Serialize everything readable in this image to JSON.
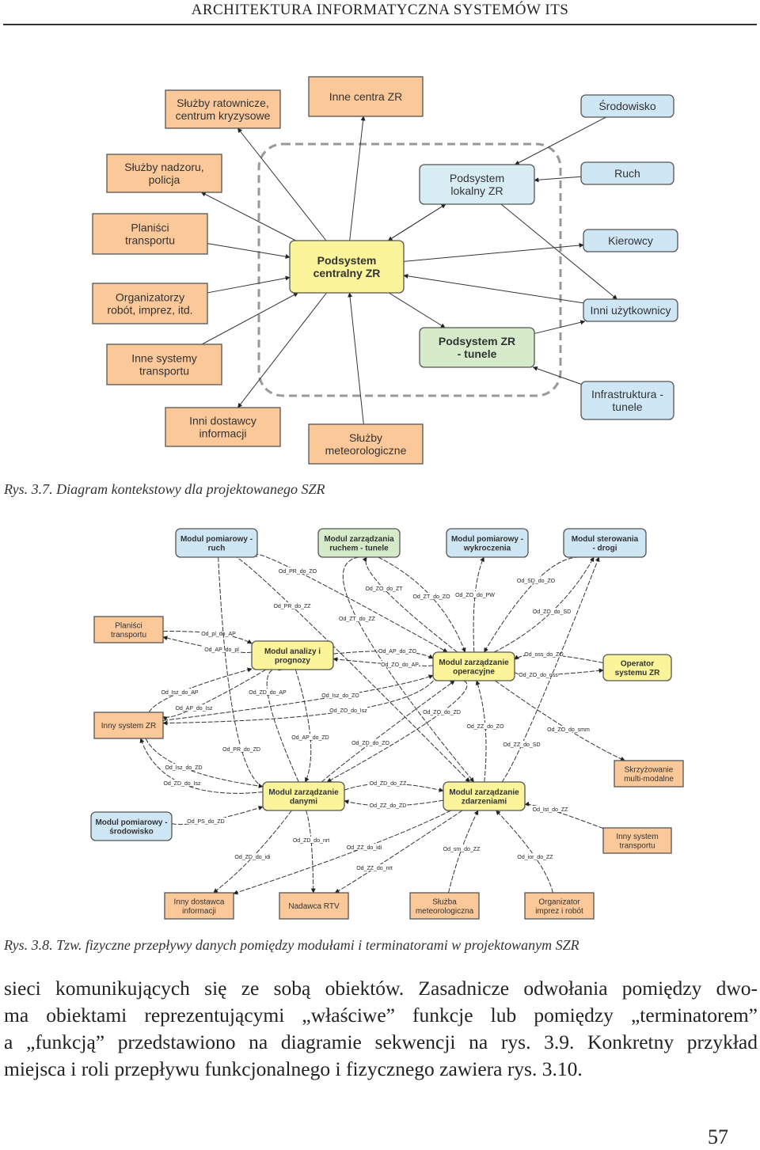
{
  "header": "ARCHITEKTURA INFORMATYCZNA SYSTEMÓW ITS",
  "colors": {
    "orange": "#fbc89a",
    "blue": "#cfe6f5",
    "yellow": "#fbf49a",
    "green": "#d6ebc9",
    "lightblue": "#d8ecf4"
  },
  "figure1": {
    "caption": "Rys. 3.7. Diagram kontekstowy dla projektowanego SZR",
    "nodes": [
      {
        "id": "sr",
        "lines": [
          "Służby ratownicze,",
          "centrum kryzysowe"
        ],
        "color": "orange"
      },
      {
        "id": "icz",
        "lines": [
          "Inne centra ZR"
        ],
        "color": "orange"
      },
      {
        "id": "sro",
        "lines": [
          "Środowisko"
        ],
        "color": "blue"
      },
      {
        "id": "snp",
        "lines": [
          "Służby nadzoru,",
          "policja"
        ],
        "color": "orange"
      },
      {
        "id": "pl",
        "lines": [
          "Podsystem",
          "lokalny ZR"
        ],
        "color": "lightblue"
      },
      {
        "id": "ruch",
        "lines": [
          "Ruch"
        ],
        "color": "blue"
      },
      {
        "id": "pt",
        "lines": [
          "Planiści",
          "transportu"
        ],
        "color": "orange"
      },
      {
        "id": "pc",
        "lines": [
          "Podsystem",
          "centralny ZR"
        ],
        "color": "yellow"
      },
      {
        "id": "kier",
        "lines": [
          "Kierowcy"
        ],
        "color": "blue"
      },
      {
        "id": "org",
        "lines": [
          "Organizatorzy",
          "robót, imprez, itd."
        ],
        "color": "orange"
      },
      {
        "id": "iu",
        "lines": [
          "Inni użytkownicy"
        ],
        "color": "blue"
      },
      {
        "id": "pzt",
        "lines": [
          "Podsystem ZR",
          "- tunele"
        ],
        "color": "green"
      },
      {
        "id": "ist",
        "lines": [
          "Inne systemy",
          "transportu"
        ],
        "color": "orange"
      },
      {
        "id": "inf",
        "lines": [
          "Infrastruktura -",
          "tunele"
        ],
        "color": "blue"
      },
      {
        "id": "idi",
        "lines": [
          "Inni dostawcy",
          "informacji"
        ],
        "color": "orange"
      },
      {
        "id": "smet",
        "lines": [
          "Służby",
          "meteorologiczne"
        ],
        "color": "orange"
      }
    ],
    "edges": [
      [
        "pc",
        "sr"
      ],
      [
        "pc",
        "icz"
      ],
      [
        "pc",
        "snp"
      ],
      [
        "pt",
        "pc"
      ],
      [
        "org",
        "pc"
      ],
      [
        "ist",
        "pc"
      ],
      [
        "pc",
        "idi"
      ],
      [
        "smet",
        "pc"
      ],
      [
        "pl",
        "pc"
      ],
      [
        "pc",
        "pl"
      ],
      [
        "sro",
        "pl"
      ],
      [
        "ruch",
        "pl"
      ],
      [
        "pc",
        "kier"
      ],
      [
        "iu",
        "pc"
      ],
      [
        "pc",
        "pzt"
      ],
      [
        "pzt",
        "iu"
      ],
      [
        "inf",
        "pzt"
      ],
      [
        "pl",
        "iu"
      ]
    ]
  },
  "figure2": {
    "caption": "Rys. 3.8. Tzw. fizyczne przepływy danych pomiędzy modułami i terminatorami w projektowanym SZR",
    "nodes": [
      {
        "id": "PR",
        "lines": [
          "Modul pomiarowy -",
          "ruch"
        ],
        "color": "blue"
      },
      {
        "id": "ZT",
        "lines": [
          "Modul zarządzania",
          "ruchem - tunele"
        ],
        "color": "green"
      },
      {
        "id": "PW",
        "lines": [
          "Modul pomiarowy -",
          "wykroczenia"
        ],
        "color": "blue"
      },
      {
        "id": "SD",
        "lines": [
          "Modul sterowania",
          "- drogi"
        ],
        "color": "blue"
      },
      {
        "id": "pl",
        "lines": [
          "Planiści",
          "transportu"
        ],
        "color": "orange"
      },
      {
        "id": "AP",
        "lines": [
          "Modul analizy i",
          "prognozy"
        ],
        "color": "yellow"
      },
      {
        "id": "ZO",
        "lines": [
          "Modul zarządzanie",
          "operacyjne"
        ],
        "color": "yellow"
      },
      {
        "id": "oss",
        "lines": [
          "Operator",
          "systemu ZR"
        ],
        "color": "yellow"
      },
      {
        "id": "Isz",
        "lines": [
          "Inny system ZR"
        ],
        "color": "orange"
      },
      {
        "id": "smm",
        "lines": [
          "Skrzyżowanie",
          "multi-modalne"
        ],
        "color": "orange"
      },
      {
        "id": "ZD",
        "lines": [
          "Modul zarządzanie",
          "danymi"
        ],
        "color": "yellow"
      },
      {
        "id": "ZZ",
        "lines": [
          "Modul zarządzanie",
          "zdarzeniami"
        ],
        "color": "yellow"
      },
      {
        "id": "PS",
        "lines": [
          "Modul pomiarowy -",
          "środowisko"
        ],
        "color": "blue"
      },
      {
        "id": "Ist",
        "lines": [
          "Inny system",
          "transportu"
        ],
        "color": "orange"
      },
      {
        "id": "idi",
        "lines": [
          "Inny dostawca",
          "informacji"
        ],
        "color": "orange"
      },
      {
        "id": "nrt",
        "lines": [
          "Nadawca RTV"
        ],
        "color": "orange"
      },
      {
        "id": "sm",
        "lines": [
          "Służba",
          "meteorologiczna"
        ],
        "color": "orange"
      },
      {
        "id": "ior",
        "lines": [
          "Organizator",
          "imprez i robót"
        ],
        "color": "orange"
      }
    ],
    "edges": [
      {
        "from": "PR",
        "to": "ZO",
        "label": "Od_PR_do_ZO"
      },
      {
        "from": "PR",
        "to": "ZZ",
        "label": "Od_PR_do_ZZ"
      },
      {
        "from": "pl",
        "to": "AP",
        "label": "Od_pl_do_AP"
      },
      {
        "from": "AP",
        "to": "pl",
        "label": "Od_AP_do_pl"
      },
      {
        "from": "ZT",
        "to": "ZZ",
        "label": "Od_ZT_do_ZZ"
      },
      {
        "from": "ZO",
        "to": "ZT",
        "label": "Od_ZO_do_ZT"
      },
      {
        "from": "ZT",
        "to": "ZO",
        "label": "Od_ZT_do_ZO"
      },
      {
        "from": "ZO",
        "to": "PW",
        "label": "Od_ZO_do_PW"
      },
      {
        "from": "SD",
        "to": "ZO",
        "label": "Od_SD_do_ZO"
      },
      {
        "from": "ZO",
        "to": "SD",
        "label": "Od_ZO_do_SD"
      },
      {
        "from": "AP",
        "to": "ZO",
        "label": "Od_AP_do_ZO"
      },
      {
        "from": "ZO",
        "to": "AP",
        "label": "Od_ZO_do_AP"
      },
      {
        "from": "oss",
        "to": "ZO",
        "label": "Od_oss_do_ZO"
      },
      {
        "from": "ZO",
        "to": "oss",
        "label": "Od_ZO_do_oss"
      },
      {
        "from": "Isz",
        "to": "AP",
        "label": "Od_Isz_do_AP"
      },
      {
        "from": "AP",
        "to": "Isz",
        "label": "Od_AP_do_Isz"
      },
      {
        "from": "ZD",
        "to": "AP",
        "label": "Od_ZD_do_AP"
      },
      {
        "from": "Isz",
        "to": "ZO",
        "label": "Od_Isz_do_ZO"
      },
      {
        "from": "ZO",
        "to": "Isz",
        "label": "Od_ZO_do_Isz"
      },
      {
        "from": "AP",
        "to": "ZD",
        "label": "Od_AP_do_ZD"
      },
      {
        "from": "ZO",
        "to": "ZD",
        "label": "Od_ZO_do_ZD"
      },
      {
        "from": "ZD",
        "to": "ZO",
        "label": "Od_ZD_do_ZO"
      },
      {
        "from": "ZZ",
        "to": "ZO",
        "label": "Od_ZZ_do_ZO"
      },
      {
        "from": "ZO",
        "to": "smm",
        "label": "Od_ZO_do_smm"
      },
      {
        "from": "ZZ",
        "to": "SD",
        "label": "Od_ZZ_do_SD"
      },
      {
        "from": "PR",
        "to": "ZD",
        "label": "Od_PR_do_ZD"
      },
      {
        "from": "Isz",
        "to": "ZD",
        "label": "Od_Isz_do_ZD"
      },
      {
        "from": "ZD",
        "to": "Isz",
        "label": "Od_ZD_do_Isz"
      },
      {
        "from": "ZD",
        "to": "ZZ",
        "label": "Od_ZD_do_ZZ"
      },
      {
        "from": "ZZ",
        "to": "ZD",
        "label": "Od_ZZ_do_ZD"
      },
      {
        "from": "PS",
        "to": "ZD",
        "label": "Od_PS_do_ZD"
      },
      {
        "from": "ZD",
        "to": "nrt",
        "label": "Od_ZD_do_nrt"
      },
      {
        "from": "ZZ",
        "to": "idi",
        "label": "Od_ZZ_do_idi"
      },
      {
        "from": "ZZ",
        "to": "nrt",
        "label": "Od_ZZ_do_nrt"
      },
      {
        "from": "ZD",
        "to": "idi",
        "label": "Od_ZD_do_idi"
      },
      {
        "from": "sm",
        "to": "ZZ",
        "label": "Od_sm_do_ZZ"
      },
      {
        "from": "ior",
        "to": "ZZ",
        "label": "Od_ior_do_ZZ"
      },
      {
        "from": "Ist",
        "to": "ZZ",
        "label": "Od_Ist_do_ZZ"
      }
    ]
  },
  "paragraph": [
    "sieci komunikujących się ze sobą obiektów. Zasadnicze odwołania pomiędzy dwo-",
    "ma obiektami reprezentującymi „właściwe” funkcje lub pomiędzy „terminatorem”",
    "a „funkcją” przedstawiono na diagramie sekwencji na rys. 3.9. Konkretny przykład",
    "miejsca i roli przepływu funkcjonalnego i fizycznego zawiera rys. 3.10."
  ],
  "page_number": "57"
}
